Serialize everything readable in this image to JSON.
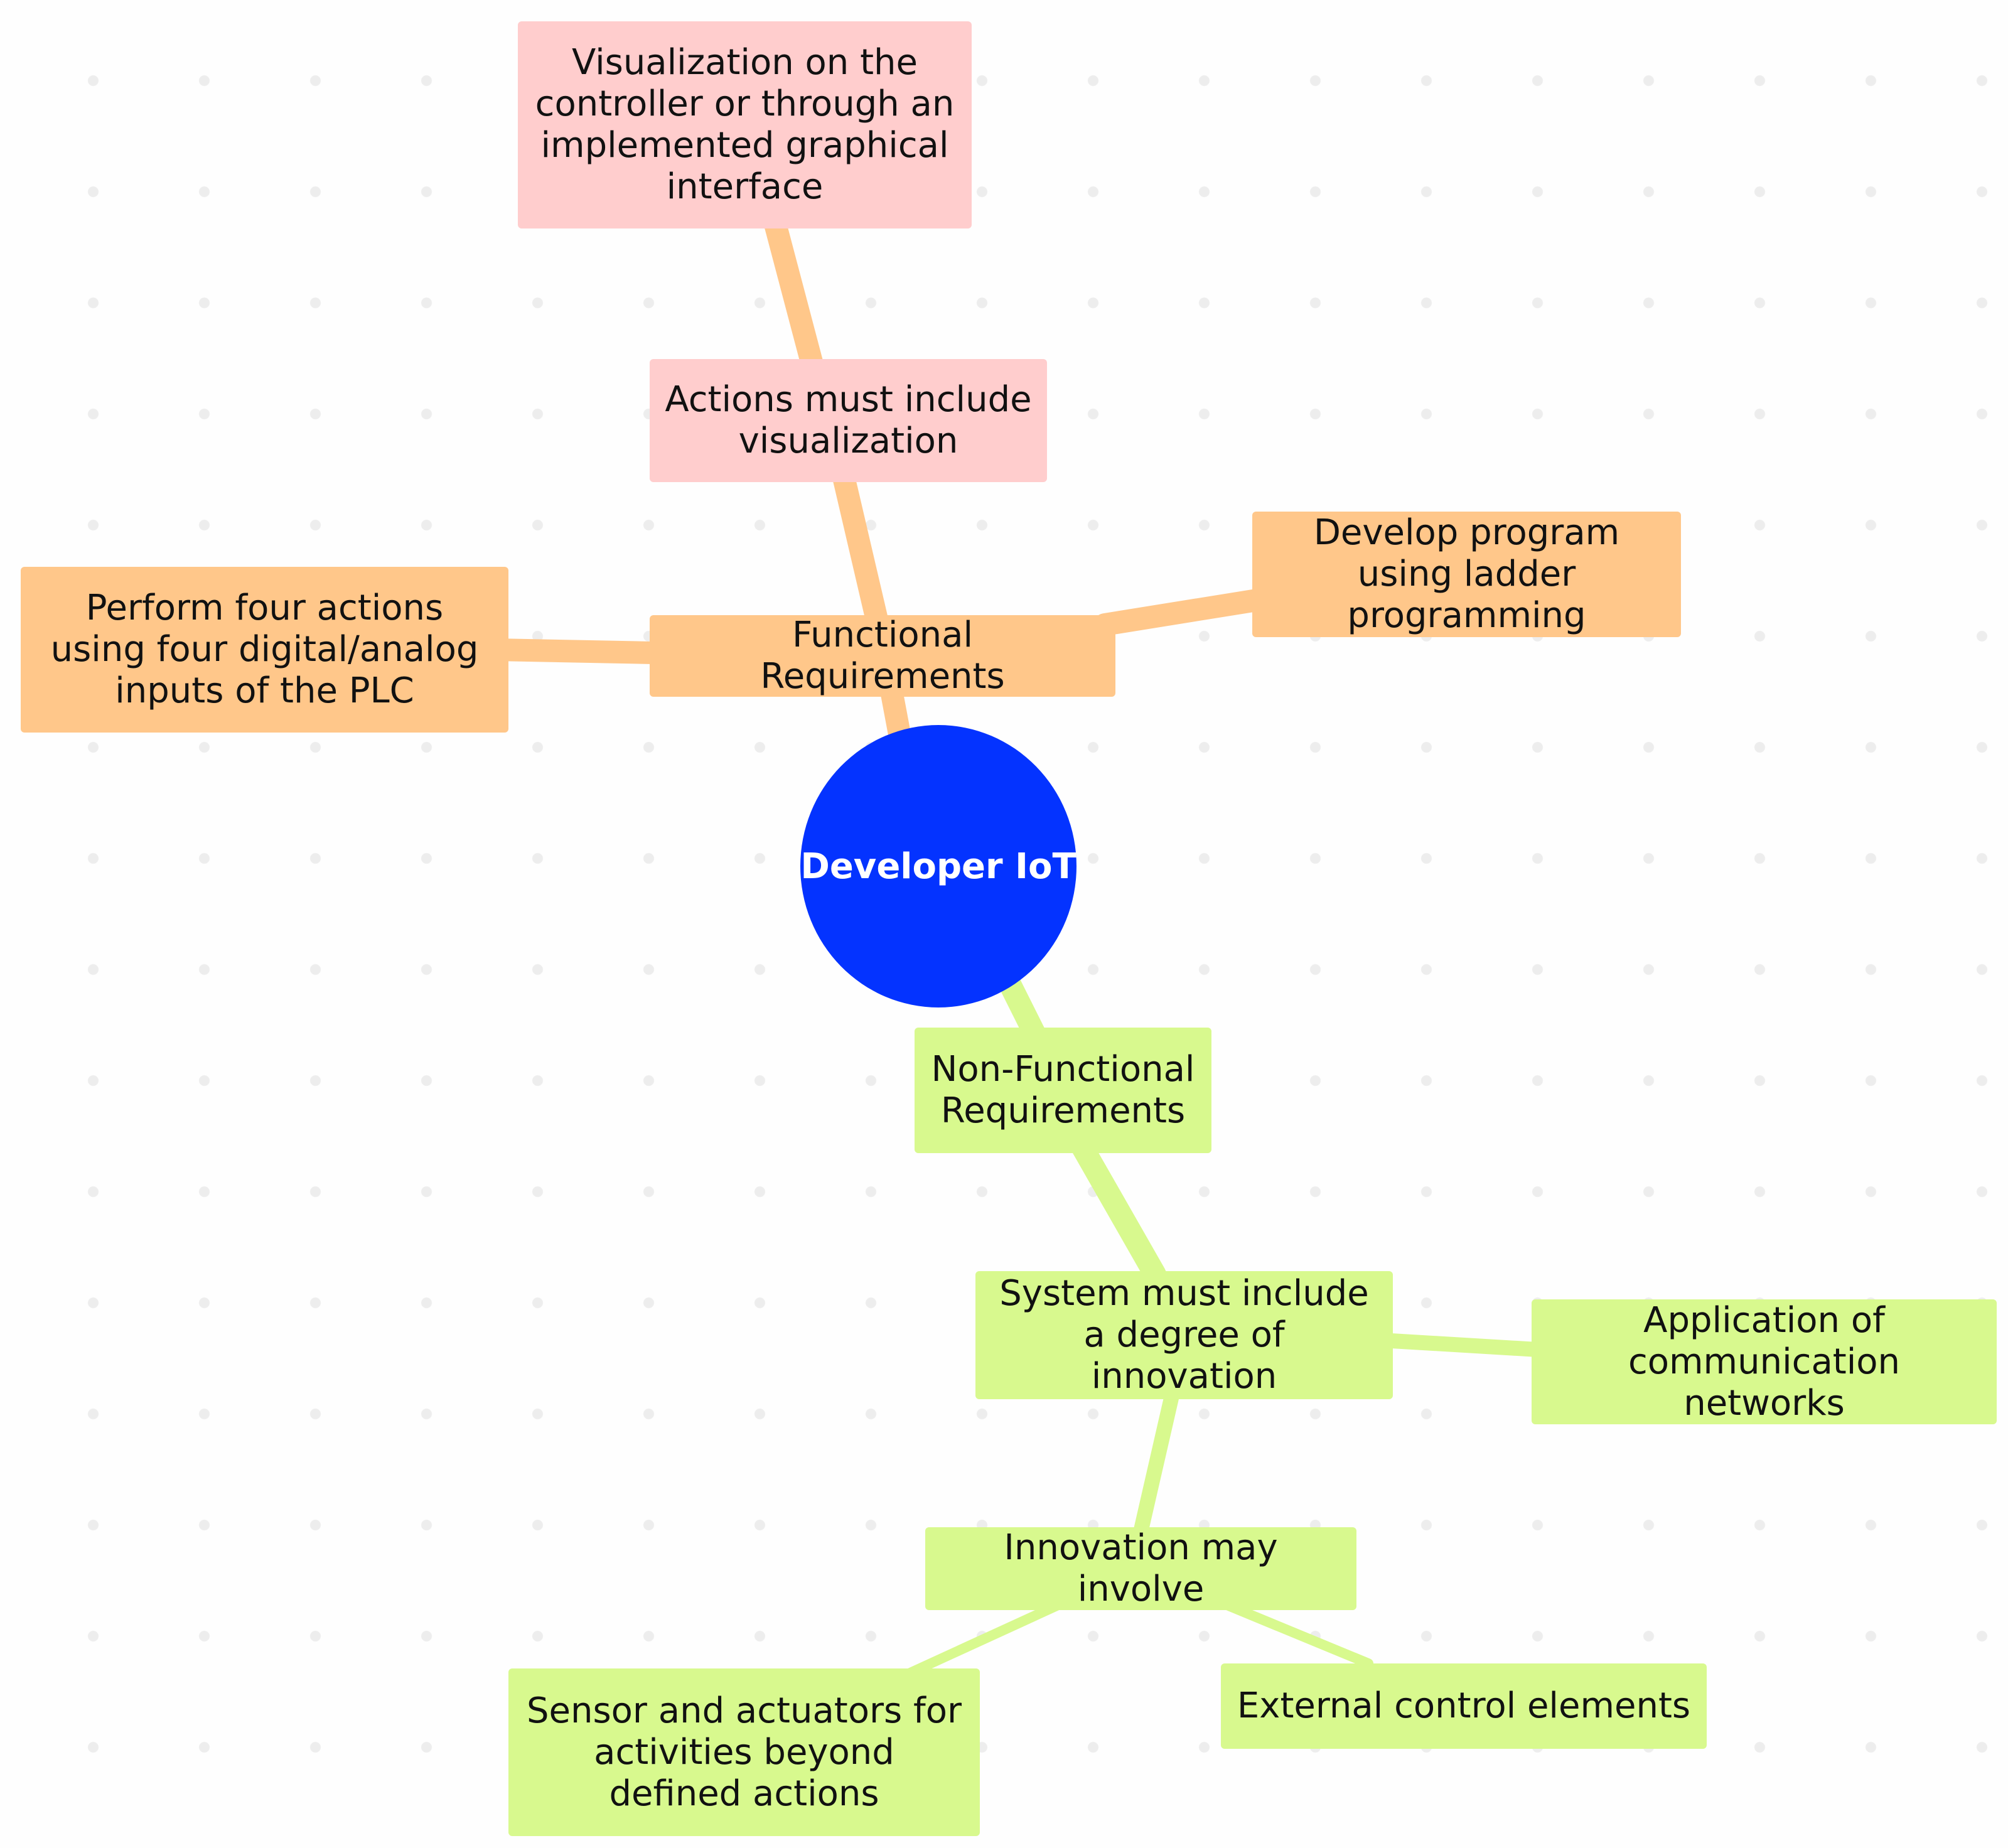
{
  "colors": {
    "root_fill": "#0433ff",
    "root_text": "#ffffff",
    "functional_fill": "#ffc78a",
    "functional_edge": "#ffc78a",
    "visual_fill": "#ffcdcd",
    "nonfunctional_fill": "#d8f98e",
    "nonfunctional_edge": "#d8f98e"
  },
  "root": {
    "label": "Developer IoT"
  },
  "nodes": {
    "visualization_interface": "Visualization on the controller or through an implemented graphical interface",
    "actions_visualization": "Actions must include visualization",
    "develop_program": "Develop program using ladder programming",
    "perform_actions": "Perform four actions using four digital/analog inputs of the PLC",
    "functional_requirements": "Functional Requirements",
    "nonfunctional_requirements": "Non-Functional Requirements",
    "system_innovation": "System must include a degree of innovation",
    "communication_networks": "Application of communication networks",
    "innovation_may_involve": "Innovation may involve",
    "sensor_actuators": "Sensor and actuators for activities beyond defined actions",
    "external_control": "External control elements"
  }
}
